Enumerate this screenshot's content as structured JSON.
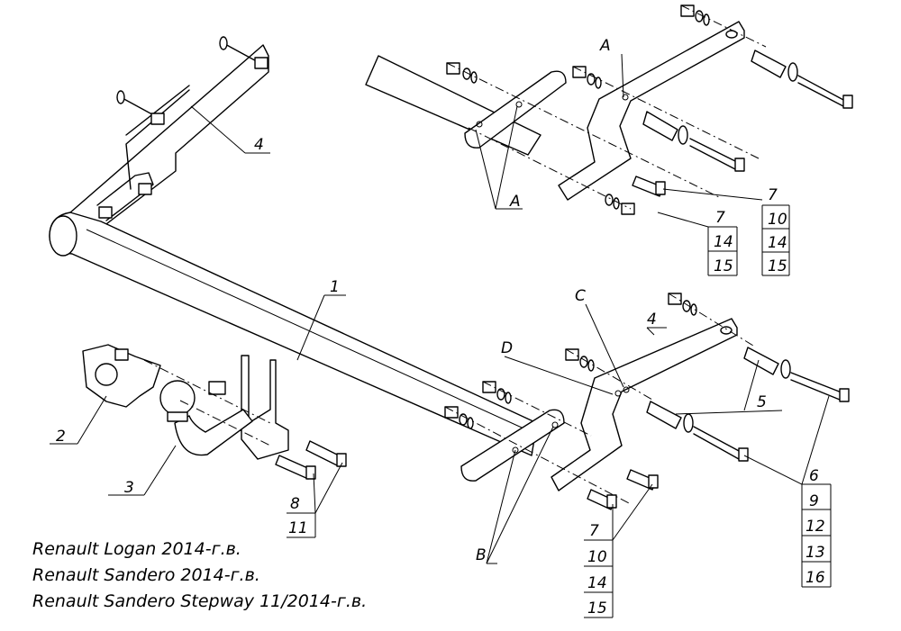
{
  "labels": {
    "tow_bar": "1",
    "socket_plate": "2",
    "tow_ball": "3",
    "bracket": "4",
    "bolt": "5"
  },
  "point_markers": {
    "a": "A",
    "b": "B",
    "c": "C",
    "d": "D"
  },
  "fastener_stacks": {
    "top_right": [
      "7",
      "10",
      "14",
      "15"
    ],
    "top_mid": [
      "7",
      "14",
      "15"
    ],
    "ball_mount": [
      "8",
      "11"
    ],
    "lower_mid": [
      "7",
      "10",
      "14",
      "15"
    ],
    "lower_right": [
      "6",
      "9",
      "12",
      "13",
      "16"
    ]
  },
  "vehicles": [
    "Renault Logan 2014-г.в.",
    "Renault Sandero 2014-г.в.",
    "Renault Sandero Stepway 11/2014-г.в."
  ]
}
